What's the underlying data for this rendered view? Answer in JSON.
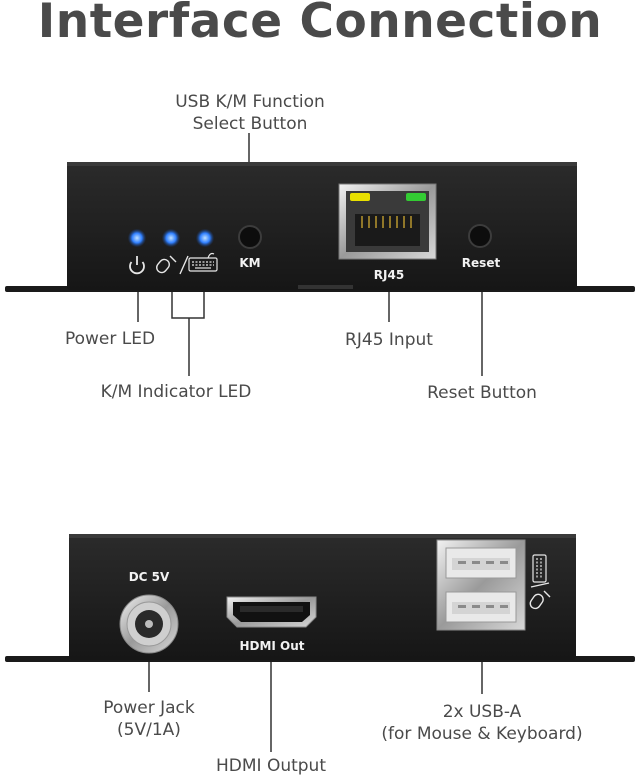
{
  "title": "Interface Connection",
  "top_panel": {
    "labels": {
      "km": "KM",
      "rj45": "RJ45",
      "reset": "Reset"
    },
    "callouts": {
      "usb_km_line1": "USB K/M Function",
      "usb_km_line2": "Select Button",
      "power_led": "Power LED",
      "km_indicator": "K/M Indicator LED",
      "rj45_input": "RJ45 Input",
      "reset_button": "Reset Button"
    },
    "led_color": "#3a86ff"
  },
  "bottom_panel": {
    "labels": {
      "dc": "DC 5V",
      "hdmi": "HDMI Out"
    },
    "callouts": {
      "power_jack_line1": "Power Jack",
      "power_jack_line2": "(5V/1A)",
      "hdmi_output": "HDMI Output",
      "usb_a_line1": "2x USB-A",
      "usb_a_line2": "(for Mouse & Keyboard)"
    }
  },
  "colors": {
    "chassis": "#1f1f1f",
    "text": "#4a4a4a",
    "rj45_led_yellow": "#e8e000",
    "rj45_led_green": "#33cc33"
  }
}
